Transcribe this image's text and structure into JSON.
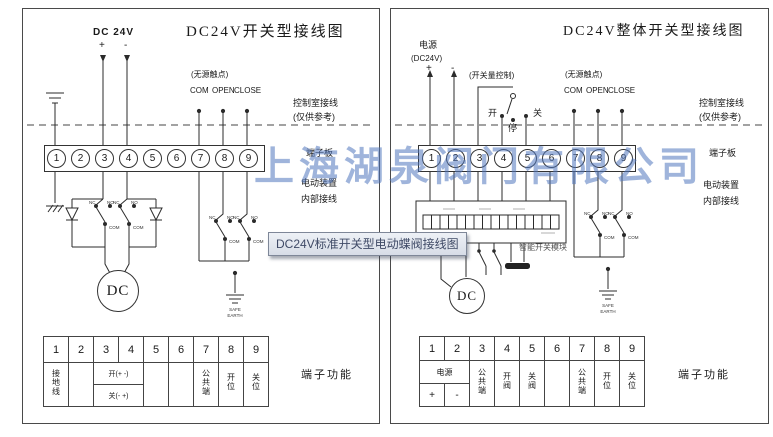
{
  "colors": {
    "watermark_color": "rgba(80,118,190,0.55)",
    "line_color": "#2b2b2b",
    "tooltip_text": "#3f4a66"
  },
  "watermark": "上海湖泉阀门有限公司",
  "tooltip_label": "DC24V标准开关型电动蝶阀接线图",
  "contacts": {
    "nc": "NC",
    "no": "NO",
    "com": "COM"
  },
  "earth": {
    "l1": "SAFE",
    "l2": "EARTH"
  },
  "left_panel": {
    "title": "DC24V开关型接线图",
    "power_label": "DC 24V",
    "plus": "+",
    "minus": "-",
    "dry_contact_note": "(无源触点)",
    "com": "COM",
    "open": "OPEN",
    "close": "CLOSE",
    "control_room_line1": "控制室接线",
    "control_room_line2": "(仅供参考)",
    "terminal_board": "端子板",
    "device_line1": "电动装置",
    "device_line2": "内部接线",
    "motor": "DC",
    "terminals": [
      "1",
      "2",
      "3",
      "4",
      "5",
      "6",
      "7",
      "8",
      "9"
    ],
    "table": {
      "headers": [
        "1",
        "2",
        "3",
        "4",
        "5",
        "6",
        "7",
        "8",
        "9"
      ],
      "col1": "接地线",
      "col34_row1": "开(+ -)",
      "col34_row2": "关(- +)",
      "col7": "公共端",
      "col8": "开位",
      "col9": "关位",
      "caption": "端子功能"
    }
  },
  "right_panel": {
    "title": "DC24V整体开关型接线图",
    "power_line1": "电源",
    "power_line2": "(DC24V)",
    "plus": "+",
    "minus": "-",
    "switch_control_note": "(开关量控制)",
    "sel_open": "开",
    "sel_stop": "停",
    "sel_close": "关",
    "dry_contact_note": "(无源触点)",
    "com": "COM",
    "open": "OPEN",
    "close": "CLOSE",
    "control_room_line1": "控制室接线",
    "control_room_line2": "(仅供参考)",
    "terminal_board": "端子板",
    "device_line1": "电动装置",
    "device_line2": "内部接线",
    "module_label": "智能开关模块",
    "motor": "DC",
    "terminals": [
      "1",
      "2",
      "3",
      "4",
      "5",
      "6",
      "7",
      "8",
      "9"
    ],
    "table": {
      "headers": [
        "1",
        "2",
        "3",
        "4",
        "5",
        "6",
        "7",
        "8",
        "9"
      ],
      "col12": "电源",
      "col1_sign": "+",
      "col2_sign": "-",
      "col3": "公共端",
      "col4": "开阀",
      "col5": "关阀",
      "col7": "公共端",
      "col8": "开位",
      "col9": "关位",
      "caption": "端子功能"
    }
  }
}
